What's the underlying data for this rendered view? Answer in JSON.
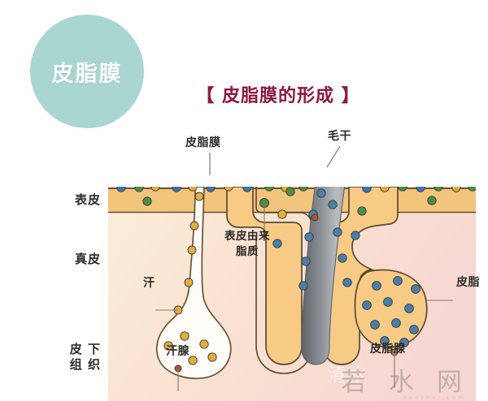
{
  "badge": {
    "label": "皮脂膜"
  },
  "title": {
    "text": "【 皮脂膜的形成 】"
  },
  "layers": [
    {
      "name": "表皮"
    },
    {
      "name": "真皮"
    },
    {
      "name": "皮下\n组织"
    }
  ],
  "layer_labels": {
    "epidermis": "表皮",
    "dermis": "真皮",
    "subcutaneous_line1": "皮 下",
    "subcutaneous_line2": "组 织"
  },
  "annotations": {
    "sebum_film": "皮脂膜",
    "hair_shaft": "毛干",
    "epidermal_lipid_line1": "表皮由来",
    "epidermal_lipid_line2": "脂质",
    "sweat": "汗",
    "sweat_gland": "汗腺",
    "sebum": "皮脂",
    "sebaceous_gland": "皮脂腺"
  },
  "watermark": {
    "text": "若 水 网",
    "sub": "ruoshui.com",
    "ghost": "清水"
  },
  "colors": {
    "badge_fill": "#a9d6d1",
    "title": "#8d1840",
    "epidermis_band": "#f0c27a",
    "follicle": "#f7cb86",
    "follicle_stroke": "#5a4a30",
    "hair_shaft": "#7e8287",
    "dot_blue": "#3f74ad",
    "dot_gold": "#e3ae3c",
    "dot_green": "#4f8e45",
    "dot_red": "#b8502f",
    "dermis_bg": "#f8e3d3",
    "sebum_film_line": "#8a8a8a",
    "bracket": "#8c8c8c"
  }
}
